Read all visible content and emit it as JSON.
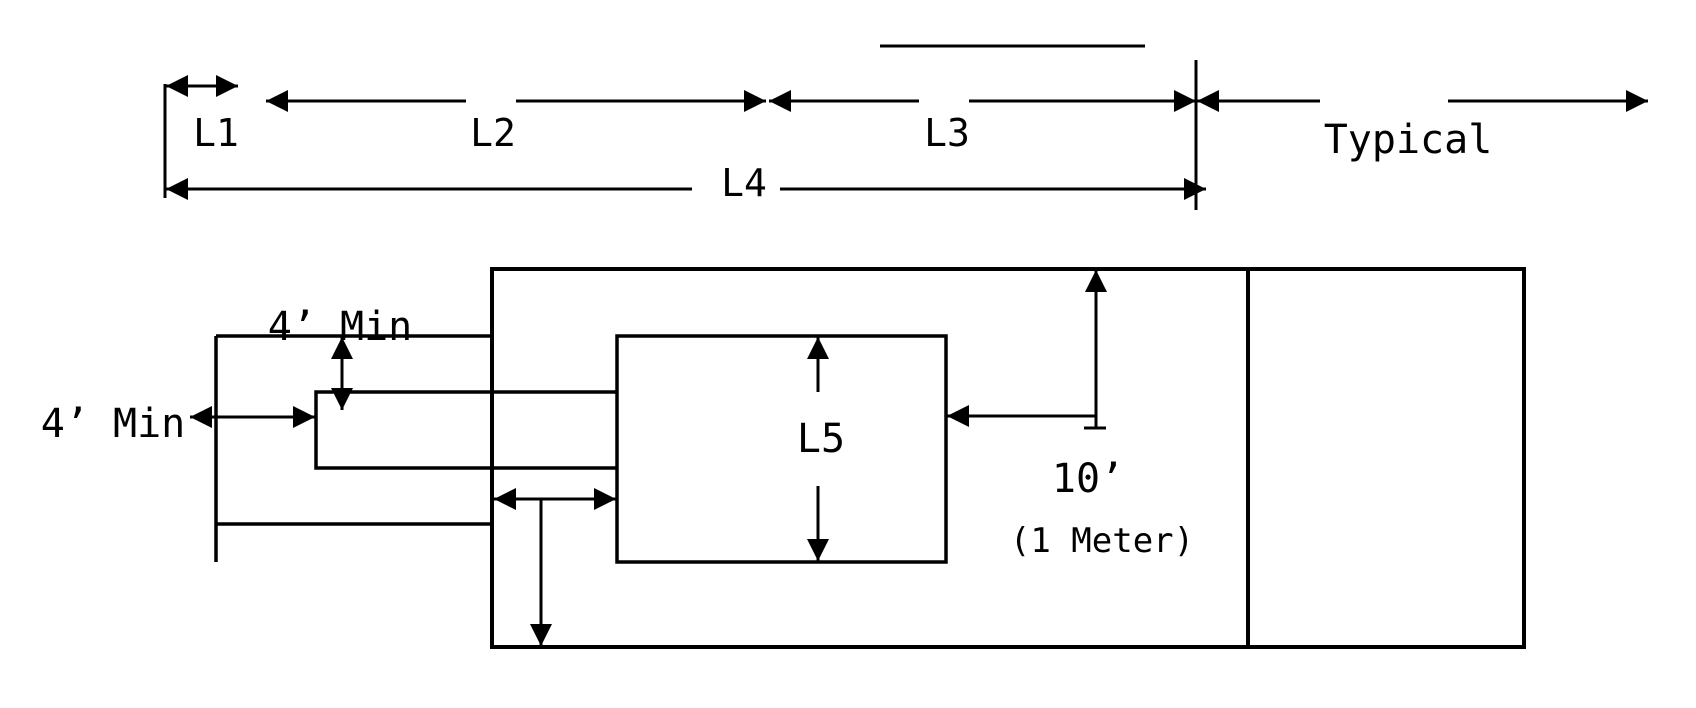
{
  "labels": {
    "l1": "L1",
    "l2": "L2",
    "l3": "L3",
    "l4": "L4",
    "l5": "L5",
    "typical": "Typical",
    "min_top": "4’ Min",
    "min_left": "4’ Min",
    "ten_feet": "10’",
    "one_meter": "(1 Meter)"
  }
}
